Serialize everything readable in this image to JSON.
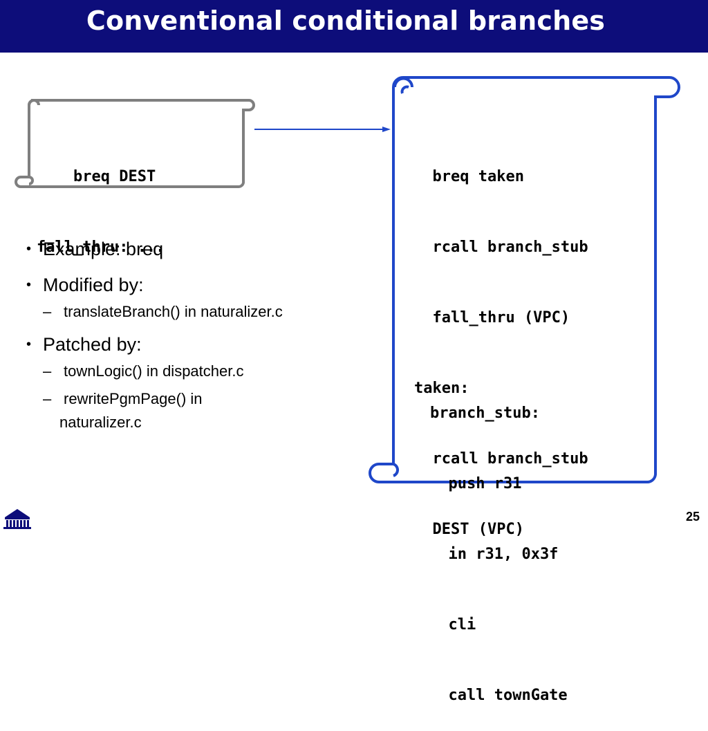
{
  "slide": {
    "title": "Conventional conditional branches",
    "page_number": "25"
  },
  "left_scroll": {
    "lines": [
      "    breq DEST",
      "fall_thru: ..."
    ]
  },
  "right_scroll": {
    "top_code": [
      "  breq taken",
      "  rcall branch_stub",
      "  fall_thru (VPC)",
      "taken:",
      "  rcall branch_stub",
      "  DEST (VPC)"
    ],
    "bottom_code": [
      "branch_stub:",
      "  push r31",
      "  in r31, 0x3f",
      "  cli",
      "  call townGate"
    ]
  },
  "bullets": {
    "example": "Example: breq",
    "modified_by": "Modified by:",
    "modified_sub_1": "translateBranch() in naturalizer.c",
    "patched_by": "Patched by:",
    "patched_sub_1": "townLogic() in dispatcher.c",
    "patched_sub_2_line1": "rewritePgmPage() in",
    "patched_sub_2_line2": "naturalizer.c",
    "bullet_glyph": "•",
    "dash_glyph": "–"
  },
  "colors": {
    "title_bar": "#0d0d7a",
    "left_scroll_stroke": "#7f7f7f",
    "right_scroll_stroke": "#1f47c9",
    "arrow": "#1f47c9"
  }
}
